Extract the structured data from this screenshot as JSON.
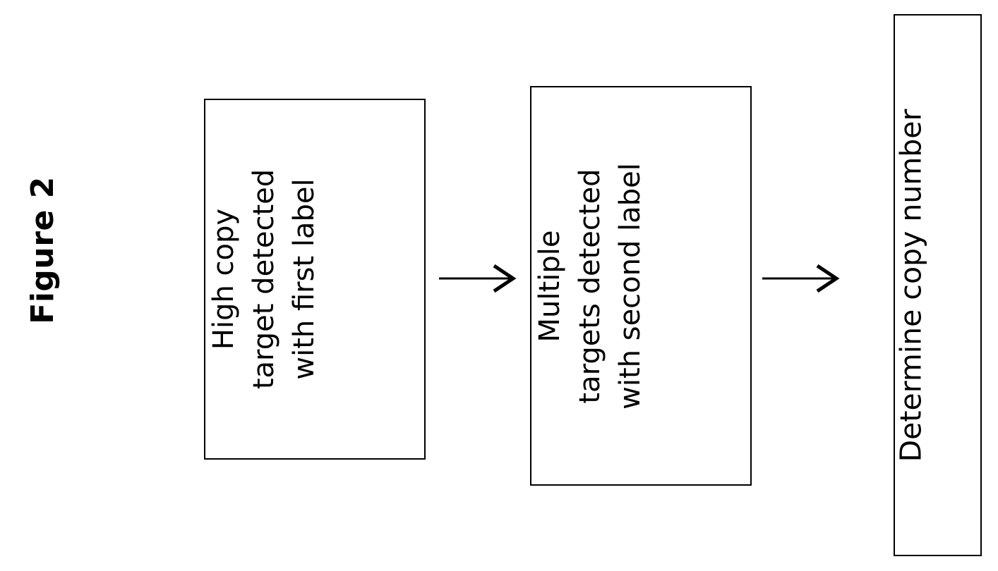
{
  "figure": {
    "title": "Figure 2",
    "background_color": "#ffffff",
    "ink_color": "#000000"
  },
  "flowchart": {
    "orientation": "rotated-90-ccw",
    "boxes": [
      {
        "id": "high-copy",
        "lines": [
          "High copy",
          "target detected",
          "with first label"
        ],
        "line1": "High copy",
        "line2": "target detected",
        "line3": "with first label"
      },
      {
        "id": "multiple",
        "lines": [
          "Multiple",
          "targets detected",
          "with second label"
        ],
        "line1": "Multiple",
        "line2": "targets detected",
        "line3": "with second label"
      },
      {
        "id": "determine",
        "lines": [
          "Determine copy number"
        ],
        "line1": "Determine copy number"
      }
    ],
    "arrows": [
      {
        "id": "arrow-1",
        "from": "high-copy",
        "to": "multiple",
        "direction": "right",
        "style": "open-head"
      },
      {
        "id": "arrow-2",
        "from": "multiple",
        "to": "determine",
        "direction": "right",
        "style": "open-head"
      }
    ]
  }
}
